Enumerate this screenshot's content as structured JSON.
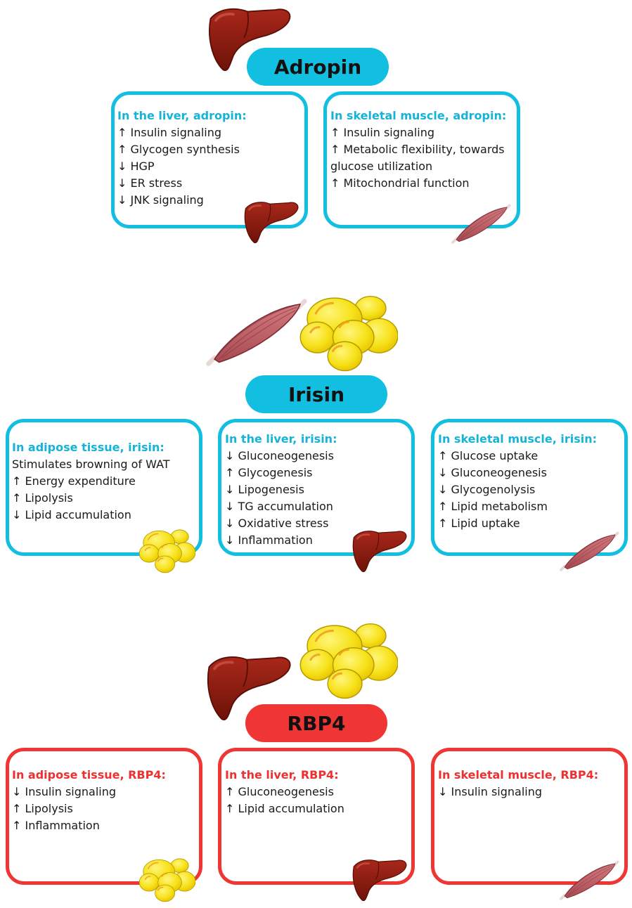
{
  "adropin": {
    "title": "Adropin",
    "liver": {
      "heading": "In the liver, adropin:",
      "items": [
        "↑ Insulin signaling",
        "↑ Glycogen synthesis",
        "↓ HGP",
        "↓ ER stress",
        "↓ JNK signaling"
      ]
    },
    "muscle": {
      "heading": "In skeletal muscle, adropin:",
      "items": [
        "↑ Insulin signaling",
        "↑ Metabolic flexibility, towards glucose utilization",
        "↑ Mitochondrial function"
      ]
    }
  },
  "irisin": {
    "title": "Irisin",
    "adipose": {
      "heading": "In adipose tissue, irisin:",
      "items": [
        "Stimulates browning of WAT",
        "↑ Energy expenditure",
        "↑ Lipolysis",
        "↓ Lipid accumulation"
      ]
    },
    "liver": {
      "heading": "In the liver, irisin:",
      "items": [
        "↓ Gluconeogenesis",
        "↑ Glycogenesis",
        "↓ Lipogenesis",
        "↓ TG accumulation",
        "↓ Oxidative stress",
        "↓ Inflammation"
      ]
    },
    "muscle": {
      "heading": "In skeletal muscle, irisin:",
      "items": [
        "↑ Glucose uptake",
        "↓ Gluconeogenesis",
        "↓ Glycogenolysis",
        "↑ Lipid metabolism",
        "↑ Lipid uptake"
      ]
    }
  },
  "rbp4": {
    "title": "RBP4",
    "adipose": {
      "heading": "In adipose tissue, RBP4:",
      "items": [
        "↓ Insulin signaling",
        "↑ Lipolysis",
        "↑ Inflammation"
      ]
    },
    "liver": {
      "heading": "In the liver, RBP4:",
      "items": [
        "↑ Gluconeogenesis",
        "↑ Lipid accumulation"
      ]
    },
    "muscle": {
      "heading": "In skeletal muscle, RBP4:",
      "items": [
        "↓ Insulin signaling"
      ]
    }
  },
  "colors": {
    "cyan": "#12bfe0",
    "red": "#f03535",
    "liver": "#8b1a0e",
    "fat": "#f7e21b",
    "muscle": "#c4636a"
  },
  "icons": [
    "liver-icon",
    "muscle-icon",
    "adipose-icon"
  ]
}
